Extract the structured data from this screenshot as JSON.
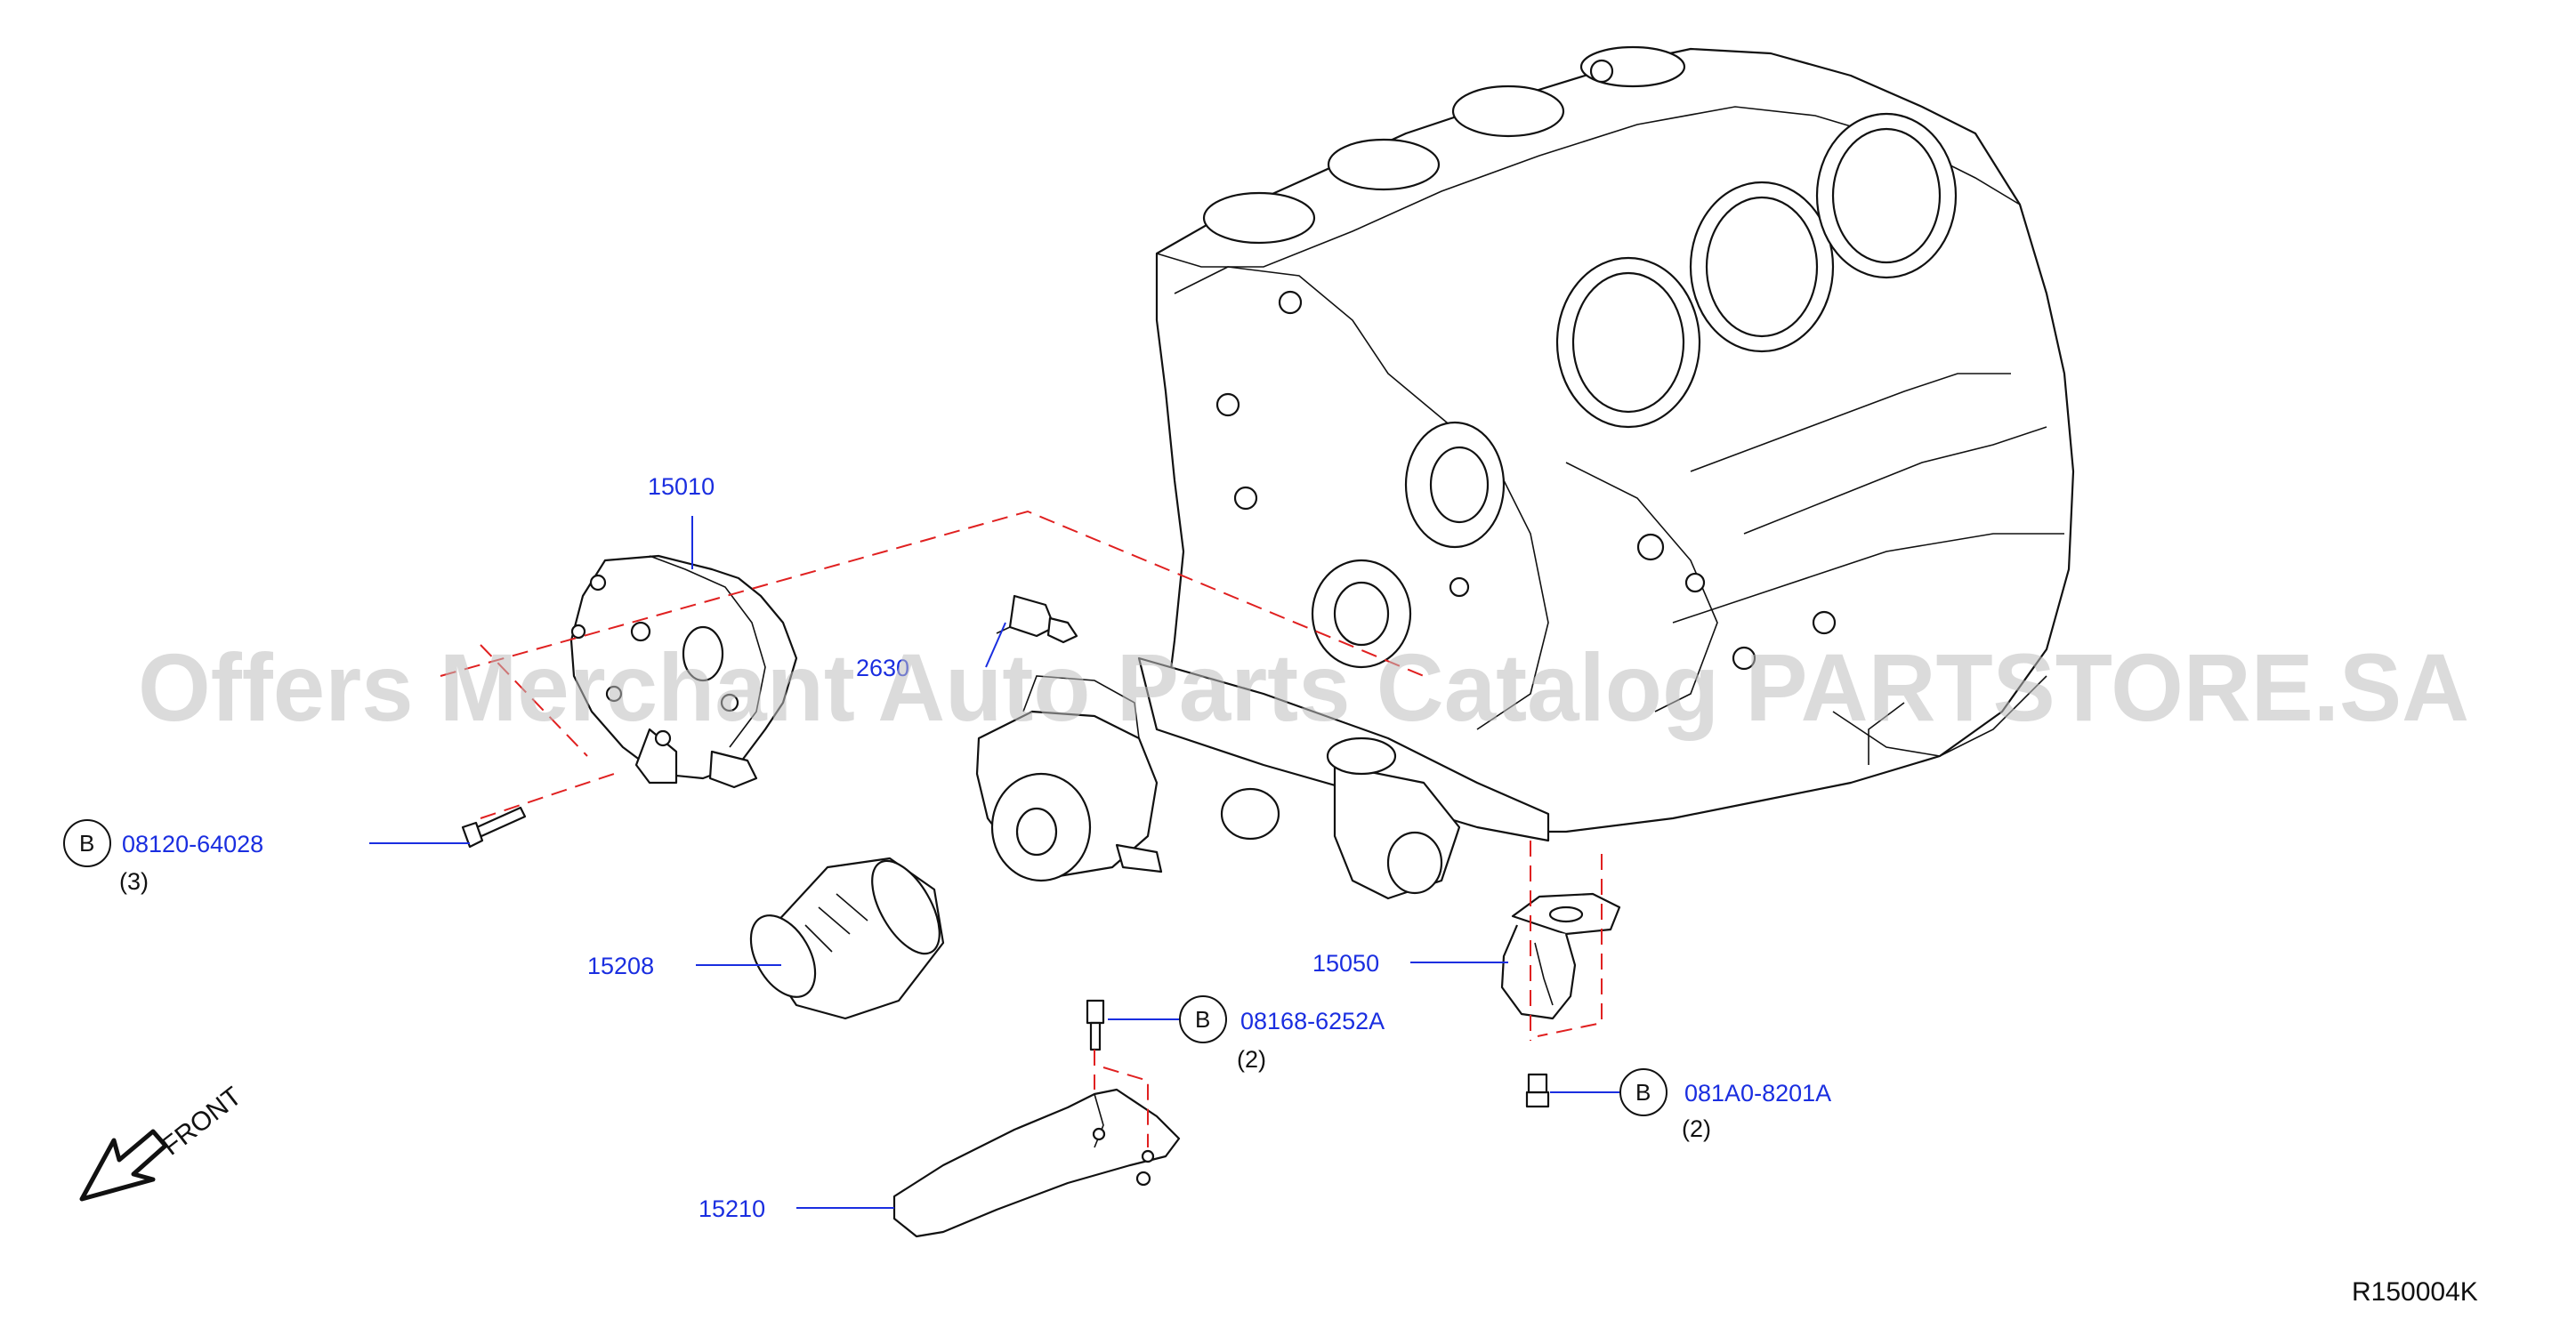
{
  "watermark": "Offers Merchant Auto Parts Catalog PARTSTORE.SA",
  "reference_code": "R150004K",
  "front_label": "FRONT",
  "bolt_symbol": "B",
  "callouts": {
    "oil_pump": {
      "part_no": "15010"
    },
    "sensor": {
      "part_no": "2630"
    },
    "pump_bolt": {
      "part_no": "08120-64028",
      "qty": "(3)"
    },
    "oil_filter": {
      "part_no": "15208"
    },
    "baffle_bolt": {
      "part_no": "08168-6252A",
      "qty": "(2)"
    },
    "strainer": {
      "part_no": "15050"
    },
    "strainer_bolt": {
      "part_no": "081A0-8201A",
      "qty": "(2)"
    },
    "baffle_plate": {
      "part_no": "15210"
    }
  },
  "colors": {
    "part_number": "#1a2ee0",
    "dashed_guide": "#e02020",
    "line_art": "#111111"
  }
}
